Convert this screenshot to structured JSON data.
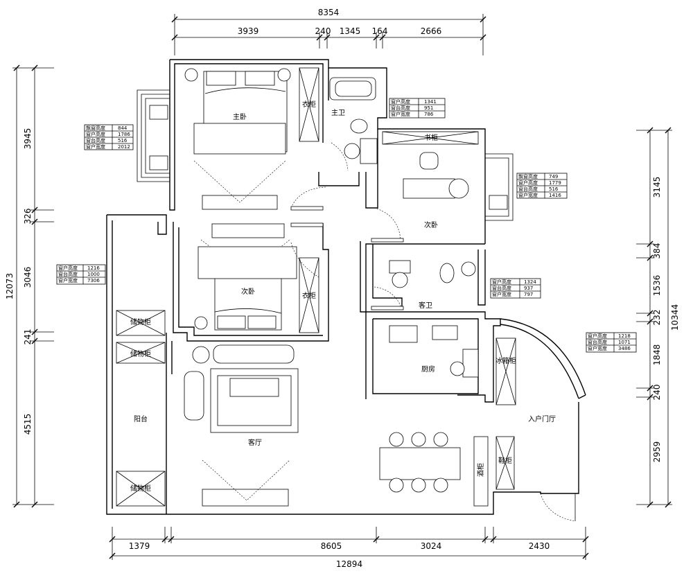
{
  "dimensions": {
    "top_total": "8354",
    "top_segments": [
      "3939",
      "240",
      "1345",
      "164",
      "2666"
    ],
    "bottom_segments": [
      "1379",
      "8605",
      "3024",
      "2430"
    ],
    "bottom_total": "12894",
    "left_total": "12073",
    "left_segments": [
      "3945",
      "326",
      "3046",
      "241",
      "4515"
    ],
    "right_total": "10344",
    "right_segments": [
      "3145",
      "384",
      "1536",
      "232",
      "1848",
      "240",
      "2959"
    ]
  },
  "rooms": {
    "master_bedroom": "主卧",
    "master_bath": "主卫",
    "closet_1": "衣柜",
    "second_bedroom_a": "次卧",
    "second_bedroom_b": "次卧",
    "closet_2": "衣柜",
    "bookshelf": "书柜",
    "guest_bath": "客卫",
    "kitchen": "厨房",
    "fridge_cabinet": "冰箱柜",
    "balcony": "阳台",
    "storage_1": "储物柜",
    "storage_2": "储物柜",
    "storage_3": "储物柜",
    "living_room": "客厅",
    "entrance": "入户门厅",
    "shoe_cabinet": "鞋柜",
    "wine_cabinet": "酒柜"
  },
  "tables": [
    {
      "rows": [
        [
          "飘窗高度",
          "844"
        ],
        [
          "窗户高度",
          "1786"
        ],
        [
          "窗台高度",
          "516"
        ],
        [
          "窗户宽度",
          "2012"
        ]
      ]
    },
    {
      "rows": [
        [
          "窗户高度",
          "1341"
        ],
        [
          "窗台高度",
          "951"
        ],
        [
          "窗户宽度",
          "786"
        ]
      ]
    },
    {
      "rows": [
        [
          "飘窗高度",
          "749"
        ],
        [
          "窗户高度",
          "1779"
        ],
        [
          "窗台高度",
          "516"
        ],
        [
          "窗户宽度",
          "1416"
        ]
      ]
    },
    {
      "rows": [
        [
          "窗户高度",
          "1216"
        ],
        [
          "窗台高度",
          "1000"
        ],
        [
          "窗户宽度",
          "7306"
        ]
      ]
    },
    {
      "rows": [
        [
          "窗户高度",
          "1324"
        ],
        [
          "窗台高度",
          "937"
        ],
        [
          "窗户宽度",
          "797"
        ]
      ]
    },
    {
      "rows": [
        [
          "窗户高度",
          "1218"
        ],
        [
          "窗台高度",
          "1071"
        ],
        [
          "窗户宽度",
          "3486"
        ]
      ]
    }
  ]
}
